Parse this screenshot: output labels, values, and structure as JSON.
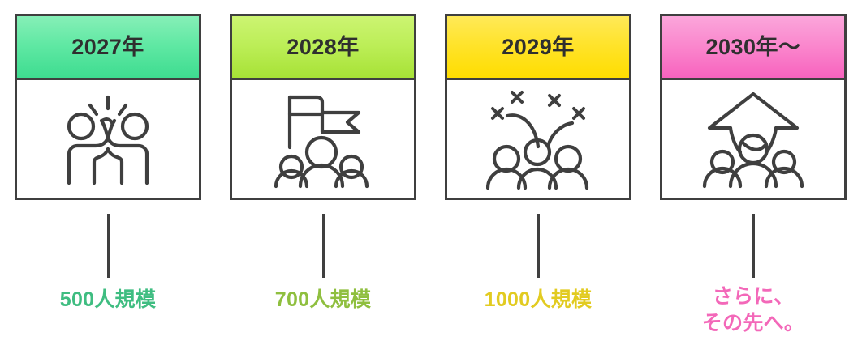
{
  "diagram": {
    "type": "timeline-roadmap",
    "background": "#ffffff",
    "border_color": "#3f3f3f",
    "milestones": [
      {
        "year": "2027年",
        "caption": "500人規模",
        "icon": "high-five-people-icon",
        "header_color_top": "#86efb7",
        "header_color_bottom": "#3edc90",
        "caption_color": "#3fbd81"
      },
      {
        "year": "2028年",
        "caption": "700人規模",
        "icon": "flag-team-icon",
        "header_color_top": "#ccf472",
        "header_color_bottom": "#a7e236",
        "caption_color": "#8fbf3f"
      },
      {
        "year": "2029年",
        "caption": "1000人規模",
        "icon": "celebration-people-icon",
        "header_color_top": "#ffe958",
        "header_color_bottom": "#ffdd00",
        "caption_color": "#e2cb21"
      },
      {
        "year": "2030年〜",
        "caption": "さらに、\nその先へ。",
        "icon": "growth-arrow-people-icon",
        "header_color_top": "#fba6db",
        "header_color_bottom": "#f763be",
        "caption_color": "#f368b9"
      }
    ]
  }
}
